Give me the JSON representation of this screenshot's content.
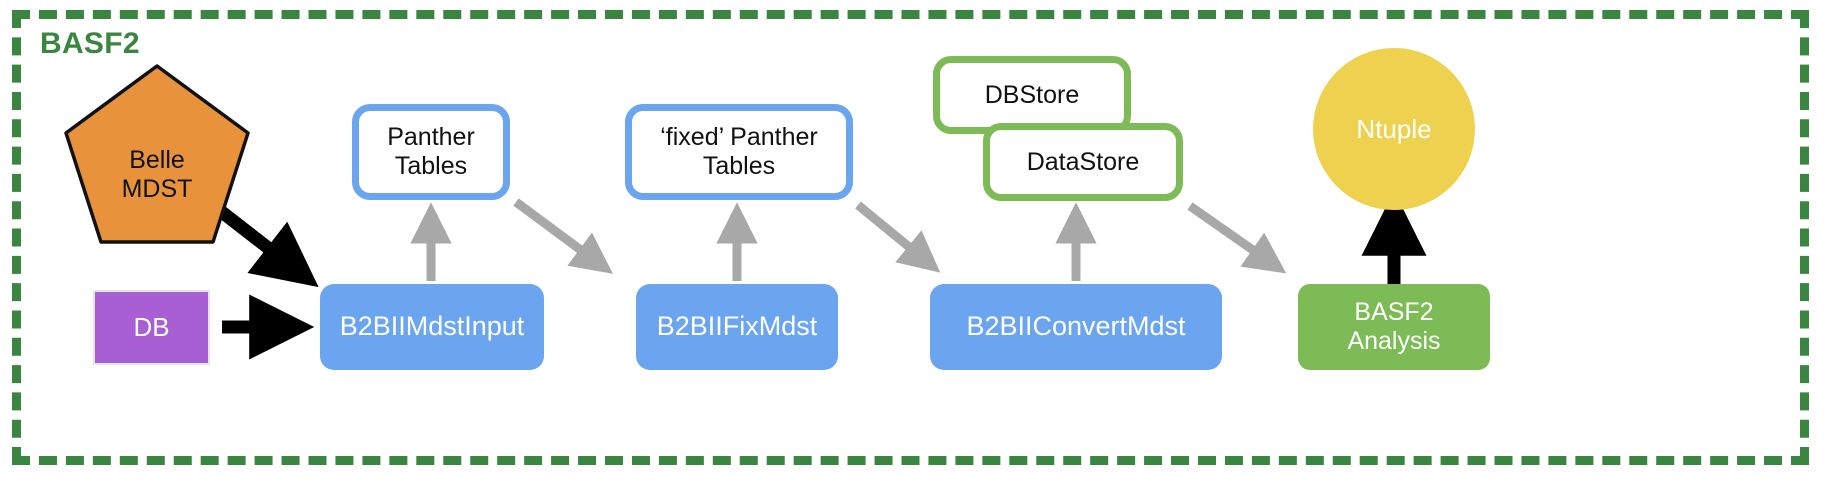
{
  "frame": {
    "title": "BASF2",
    "border_color": "#3a8540",
    "title_color": "#3a8540",
    "style": "dashed"
  },
  "nodes": {
    "belle_mdst": {
      "label": "Belle\nMDST",
      "shape": "pentagon",
      "fill": "#e8933c",
      "stroke": "#111111",
      "text_color": "#111111"
    },
    "db": {
      "label": "DB",
      "shape": "rectangle",
      "fill": "#a95fd4",
      "text_color": "#ffffff"
    },
    "panther_tables": {
      "label": "Panther\nTables",
      "shape": "rounded-rect-outline",
      "stroke": "#6ba5ef",
      "fill": "#ffffff",
      "text_color": "#111111"
    },
    "fixed_panther_tables": {
      "label": "‘fixed’ Panther\nTables",
      "shape": "rounded-rect-outline",
      "stroke": "#6ba5ef",
      "fill": "#ffffff",
      "text_color": "#111111"
    },
    "dbstore": {
      "label": "DBStore",
      "shape": "rounded-rect-outline",
      "stroke": "#7cbb55",
      "fill": "#ffffff",
      "text_color": "#111111"
    },
    "datastore": {
      "label": "DataStore",
      "shape": "rounded-rect-outline",
      "stroke": "#7cbb55",
      "fill": "#ffffff",
      "text_color": "#111111"
    },
    "ntuple": {
      "label": "Ntuple",
      "shape": "circle",
      "fill": "#eed24f",
      "text_color": "#ffffff"
    },
    "basf2_analysis": {
      "label": "BASF2\nAnalysis",
      "shape": "rounded-rect",
      "fill": "#7cbb55",
      "text_color": "#ffffff"
    }
  },
  "modules": [
    {
      "id": "b2bii-mdstinput",
      "label": "B2BIIMdstInput",
      "fill": "#6ba5ef",
      "text_color": "#ffffff"
    },
    {
      "id": "b2bii-fixmdst",
      "label": "B2BIIFixMdst",
      "fill": "#6ba5ef",
      "text_color": "#ffffff"
    },
    {
      "id": "b2bii-convertmdst",
      "label": "B2BIIConvertMdst",
      "fill": "#6ba5ef",
      "text_color": "#ffffff"
    }
  ],
  "edges": [
    {
      "id": "belle-to-mdstinput",
      "from": "belle_mdst",
      "to": "b2bii-mdstinput",
      "color": "#000000",
      "style": "solid"
    },
    {
      "id": "db-to-mdstinput",
      "from": "db",
      "to": "b2bii-mdstinput",
      "color": "#000000",
      "style": "solid"
    },
    {
      "id": "mdstinput-to-panther",
      "from": "b2bii-mdstinput",
      "to": "panther_tables",
      "color": "#a8a8a8",
      "style": "solid"
    },
    {
      "id": "panther-to-fixmdst",
      "from": "panther_tables",
      "to": "b2bii-fixmdst",
      "color": "#a8a8a8",
      "style": "solid"
    },
    {
      "id": "fixmdst-to-fixedpanther",
      "from": "b2bii-fixmdst",
      "to": "fixed_panther_tables",
      "color": "#a8a8a8",
      "style": "solid"
    },
    {
      "id": "fixedpanther-to-convert",
      "from": "fixed_panther_tables",
      "to": "b2bii-convertmdst",
      "color": "#a8a8a8",
      "style": "solid"
    },
    {
      "id": "convert-to-datastore",
      "from": "b2bii-convertmdst",
      "to": "datastore",
      "color": "#a8a8a8",
      "style": "solid"
    },
    {
      "id": "datastore-to-analysis",
      "from": "datastore",
      "to": "basf2_analysis",
      "color": "#a8a8a8",
      "style": "solid"
    },
    {
      "id": "analysis-to-ntuple",
      "from": "basf2_analysis",
      "to": "ntuple",
      "color": "#000000",
      "style": "solid"
    }
  ],
  "colors": {
    "blue": "#6ba5ef",
    "green": "#7cbb55",
    "dark_green": "#3a8540",
    "orange": "#e8933c",
    "purple": "#a95fd4",
    "yellow": "#eed24f",
    "gray_arrow": "#a8a8a8",
    "black_arrow": "#000000"
  }
}
